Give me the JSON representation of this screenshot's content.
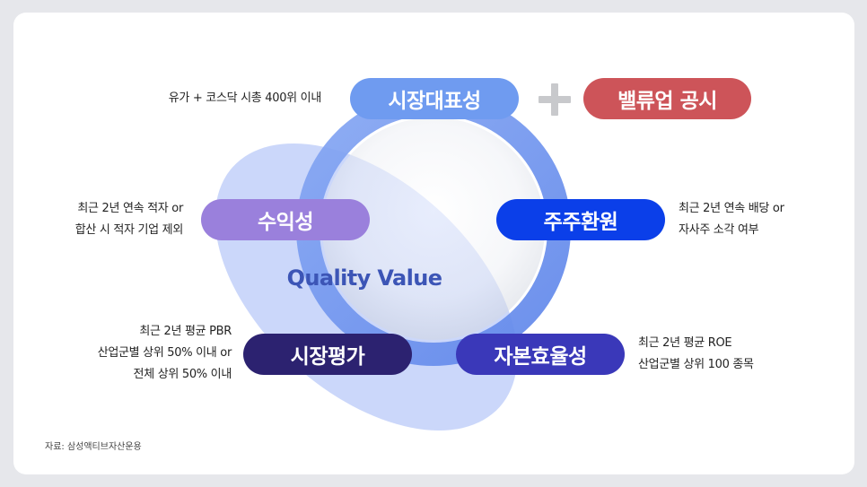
{
  "center_label": "Quality Value",
  "pills": {
    "market_rep": "시장대표성",
    "valueup": "밸류업 공시",
    "profitability": "수익성",
    "shareholder_return": "주주환원",
    "market_valuation": "시장평가",
    "capital_efficiency": "자본효율성"
  },
  "notes": {
    "market_rep": "유가 + 코스닥 시총 400위 이내",
    "profitability": [
      "최근 2년 연속 적자 or",
      "합산 시 적자 기업 제외"
    ],
    "shareholder_return": [
      "최근 2년 연속 배당 or",
      "자사주 소각 여부"
    ],
    "market_valuation": [
      "최근 2년 평균 PBR",
      "산업군별 상위 50% 이내 or",
      "전체 상위 50% 이내"
    ],
    "capital_efficiency": [
      "최근 2년 평균 ROE",
      "산업군별 상위 100 종목"
    ]
  },
  "source": "자료: 삼성액티브자산운용",
  "icons": {
    "plus": "plus-icon"
  },
  "colors": {
    "market_rep": "#6f9bf0",
    "valueup": "#cd5459",
    "profitability": "#9a80dc",
    "shareholder_return": "#0b3fe9",
    "market_valuation": "#2c2270",
    "capital_efficiency": "#3a38b9",
    "ring": "#7097f0",
    "ellipse": "#b9c9f8",
    "center_text": "#3c55b6"
  }
}
